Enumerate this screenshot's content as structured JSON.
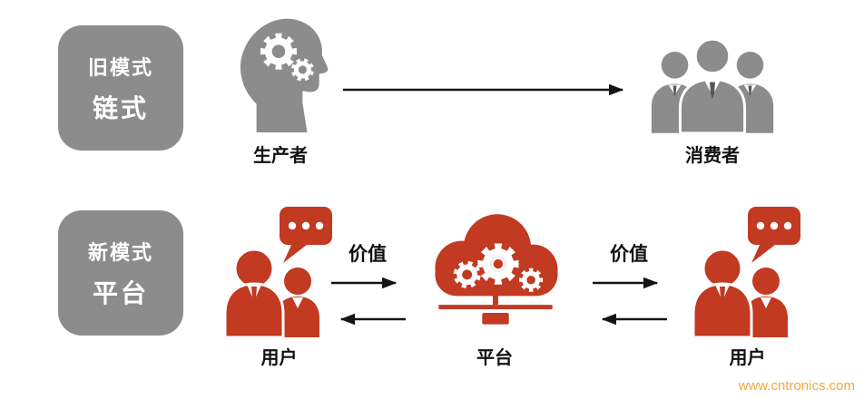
{
  "colors": {
    "gray": "#8c8c8c",
    "red": "#c13a21",
    "arrow": "#141414",
    "watermark": "#f6a63b"
  },
  "old_model": {
    "label_line1": "旧模式",
    "label_line2": "链式",
    "producer_label": "生产者",
    "consumer_label": "消费者"
  },
  "new_model": {
    "label_line1": "新模式",
    "label_line2": "平台",
    "user_left_label": "用户",
    "platform_label": "平台",
    "user_right_label": "用户",
    "value_label_left": "价值",
    "value_label_right": "价值"
  },
  "icons": {
    "producer": "head-with-gears-icon",
    "consumer": "people-group-icon",
    "users": "users-speech-bubble-icon",
    "platform": "cloud-gears-icon"
  },
  "watermark": "www.cntronics.com"
}
